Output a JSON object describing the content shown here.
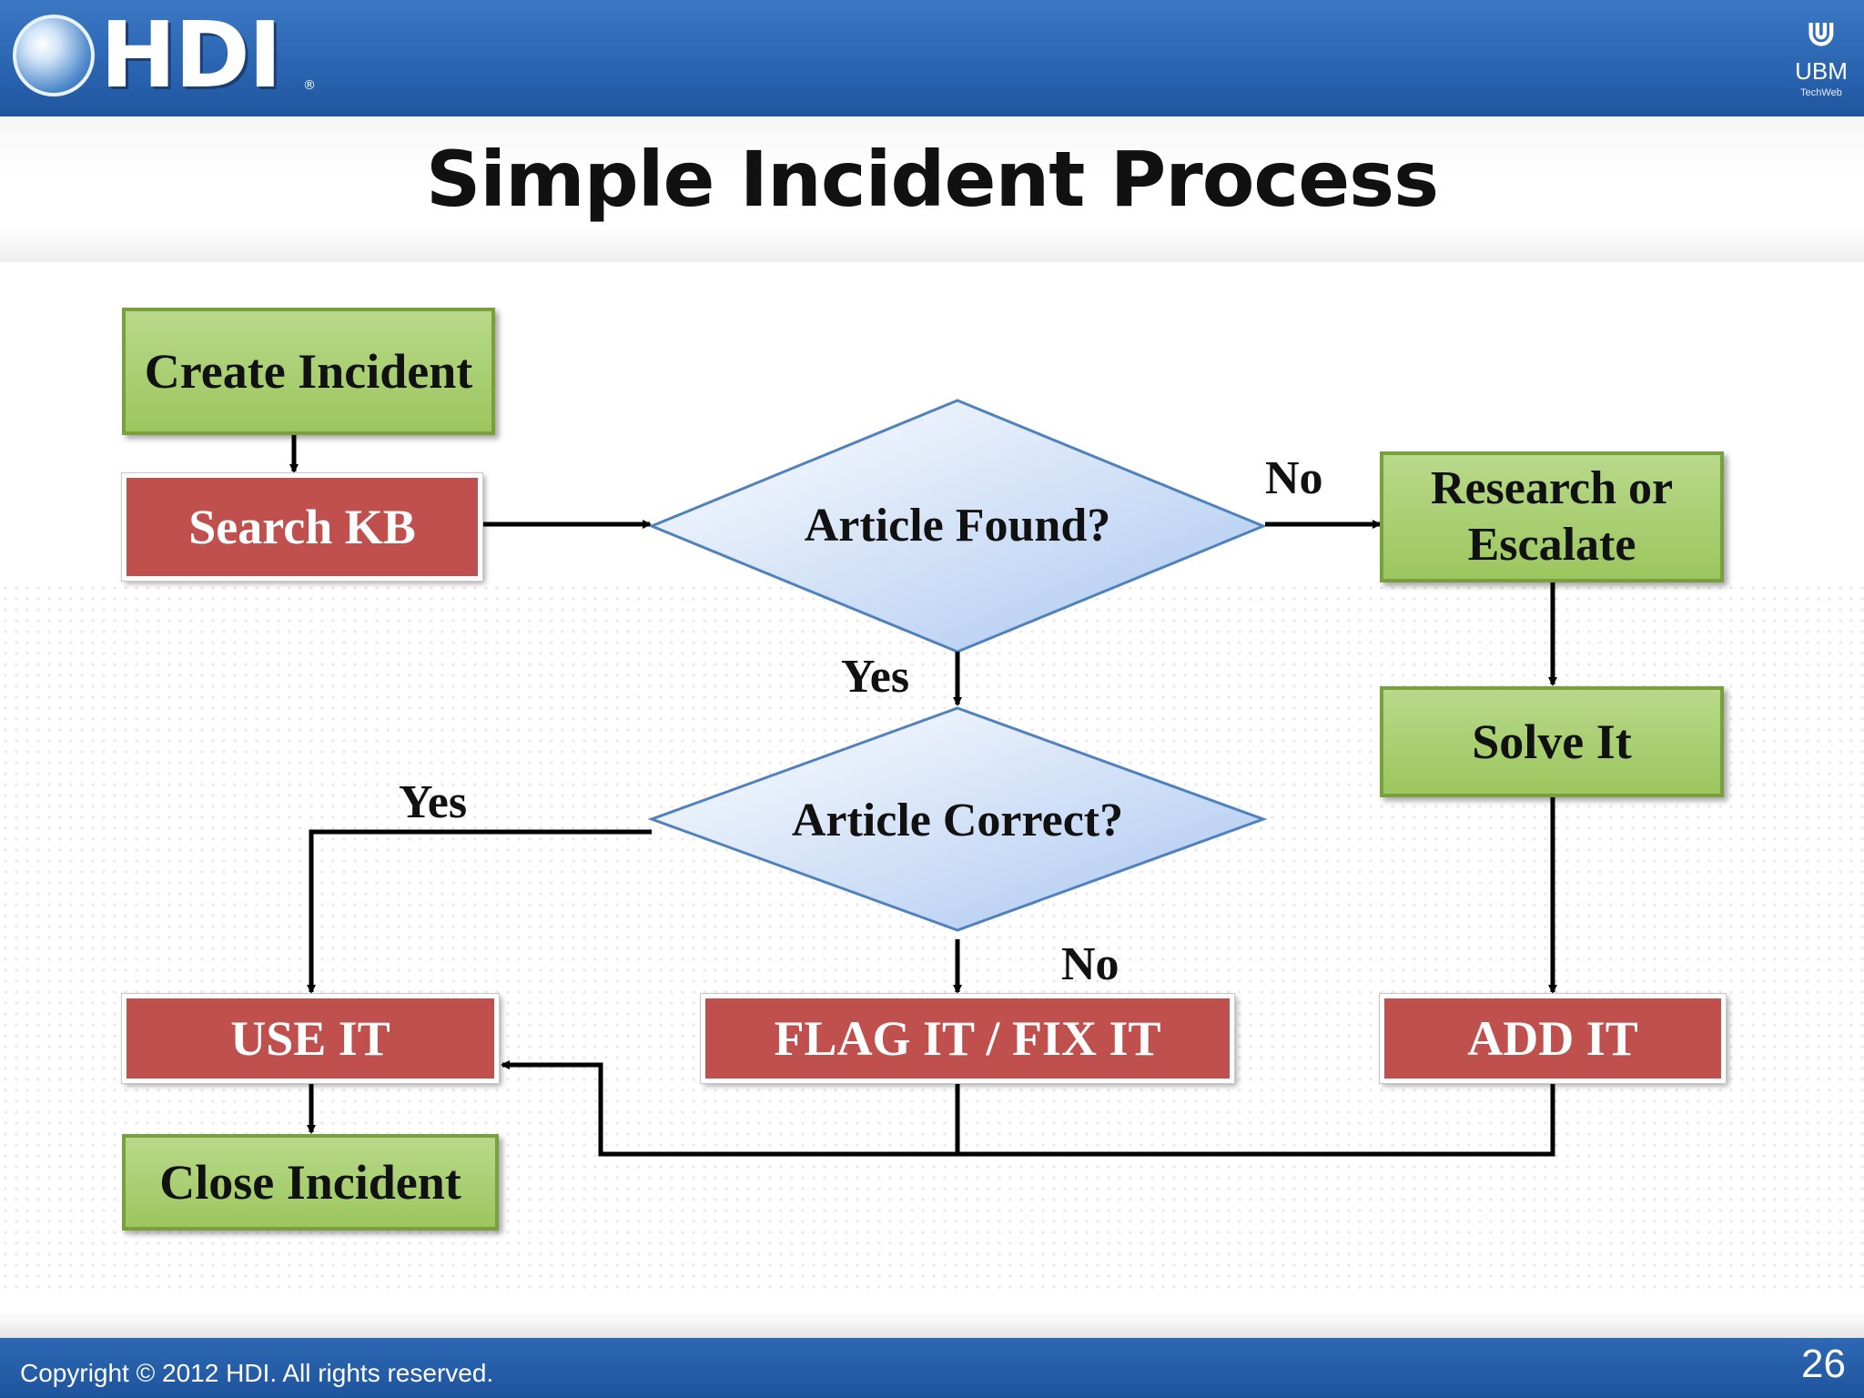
{
  "header": {
    "logo_text": "HDI",
    "logo_reg": "®",
    "partner_mark": "UBM",
    "partner_sub": "TechWeb"
  },
  "title": "Simple Incident Process",
  "diagram": {
    "nodes": {
      "create_incident": "Create Incident",
      "search_kb": "Search KB",
      "article_found": "Article Found?",
      "article_correct": "Article Correct?",
      "research_escalate": "Research or Escalate",
      "solve_it": "Solve It",
      "use_it": "USE IT",
      "flag_fix_it": "FLAG IT / FIX IT",
      "add_it": "ADD IT",
      "close_incident": "Close Incident"
    },
    "labels": {
      "found_no": "No",
      "found_yes": "Yes",
      "correct_yes": "Yes",
      "correct_no": "No"
    },
    "colors": {
      "green_box": "#9cc65e",
      "red_box": "#c0504d",
      "diamond": "#c5d9f1"
    }
  },
  "footer": {
    "copyright": "Copyright © 2012 HDI. All rights reserved.",
    "page_number": "26"
  }
}
